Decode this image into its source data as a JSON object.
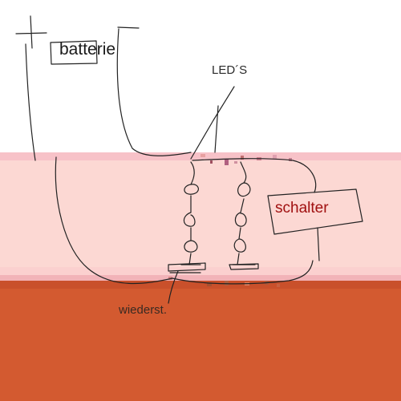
{
  "labels": {
    "battery": "batterie",
    "leds": "LED´S",
    "switch": "schalter",
    "resistor": "wiederst."
  },
  "colors": {
    "background": "#ffffff",
    "upper_band": "#fcd8d3",
    "band_stripe": "#f7c2c8",
    "mid_band": "#fbd0cf",
    "ground": "#d35a30",
    "ground_stripe": "#c9502b",
    "pencil": "#222222",
    "switch_text": "#a01010"
  }
}
